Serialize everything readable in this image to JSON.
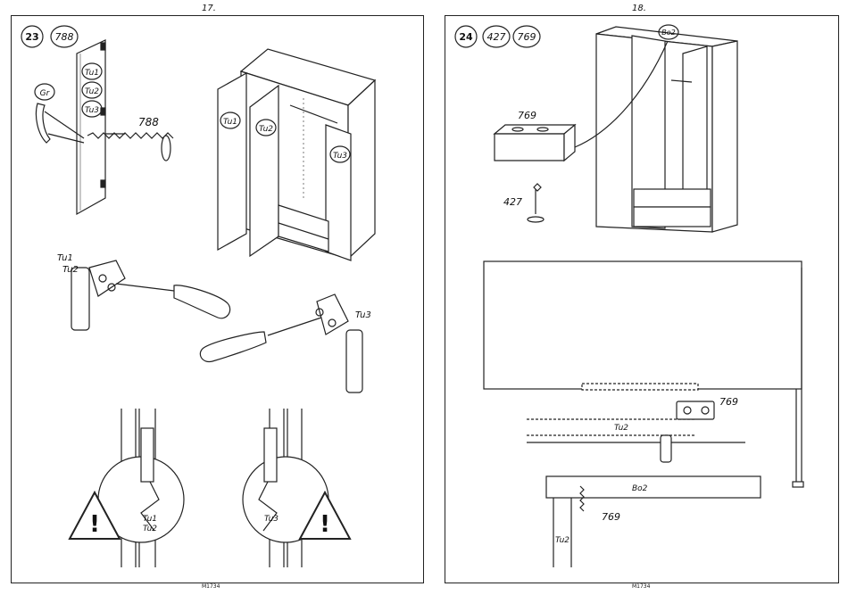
{
  "left_page": {
    "page_number": "17.",
    "step": {
      "number": "23",
      "part_refs": [
        "788"
      ]
    },
    "labels": {
      "handle": "Gr",
      "door_part_1": "Tu1",
      "door_part_2": "Tu2",
      "door_part_3": "Tu3",
      "screw": "788",
      "hinge_left_1": "Tu1",
      "hinge_left_2": "Tu2",
      "hinge_right": "Tu3",
      "detail_left_1": "Tu1",
      "detail_left_2": "Tu2",
      "detail_right": "Tu3"
    },
    "footer": "M1734"
  },
  "right_page": {
    "page_number": "18.",
    "step": {
      "number": "24",
      "part_refs": [
        "427",
        "769"
      ]
    },
    "labels": {
      "top_panel": "Bo2",
      "block": "769",
      "screw": "427",
      "panel_block": "769",
      "panel_door": "Tu2",
      "section_panel": "Bo2",
      "section_block": "769",
      "section_door": "Tu2"
    },
    "footer": "M1734"
  }
}
